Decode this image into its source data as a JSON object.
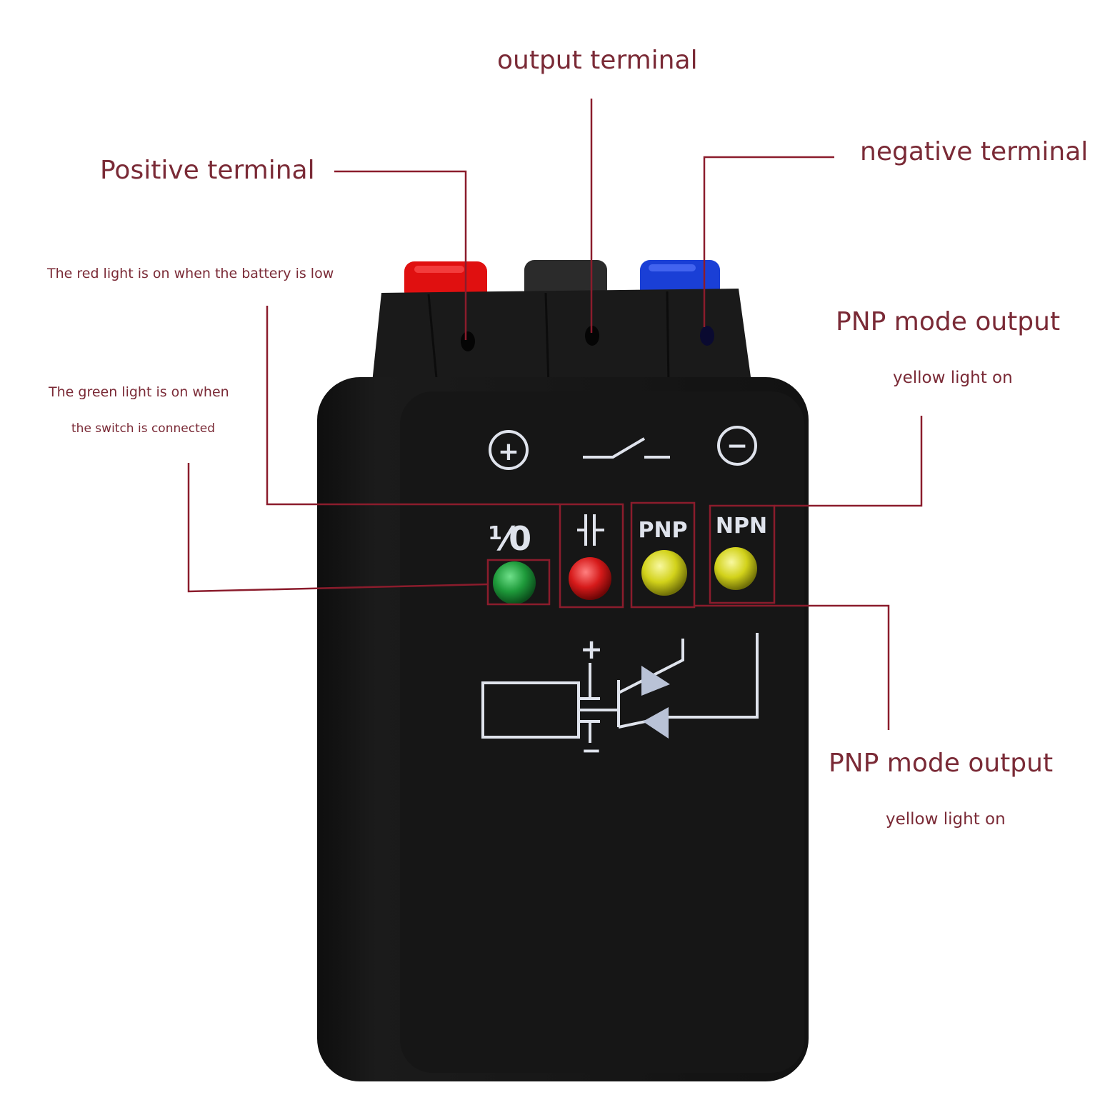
{
  "callouts": {
    "output_terminal": "output terminal",
    "positive_terminal": "Positive terminal",
    "negative_terminal": "negative terminal",
    "red_light": "The red light is on when the battery is low",
    "green_light_line1": "The green light is on when",
    "green_light_line2": "the switch is connected",
    "pnp_top_title": "PNP mode output",
    "pnp_top_sub": "yellow light on",
    "pnp_bottom_title": "PNP mode output",
    "pnp_bottom_sub": "yellow light on"
  },
  "panel": {
    "plus_symbol": "+",
    "minus_symbol": "−",
    "label_pnp": "PNP",
    "label_npn": "NPN",
    "label_ratio": "⅟0",
    "schematic_plus": "+",
    "schematic_minus": "−"
  },
  "colors": {
    "callout_line": "#8b1c2c",
    "callout_text": "#7a2a36",
    "device_body": "#151515",
    "button_red": "#e01010",
    "button_black": "#2b2b2b",
    "button_blue": "#1a3fd6",
    "led_green": "#1e9a3a",
    "led_red": "#d61a1a",
    "led_yellow": "#d8d81c"
  }
}
